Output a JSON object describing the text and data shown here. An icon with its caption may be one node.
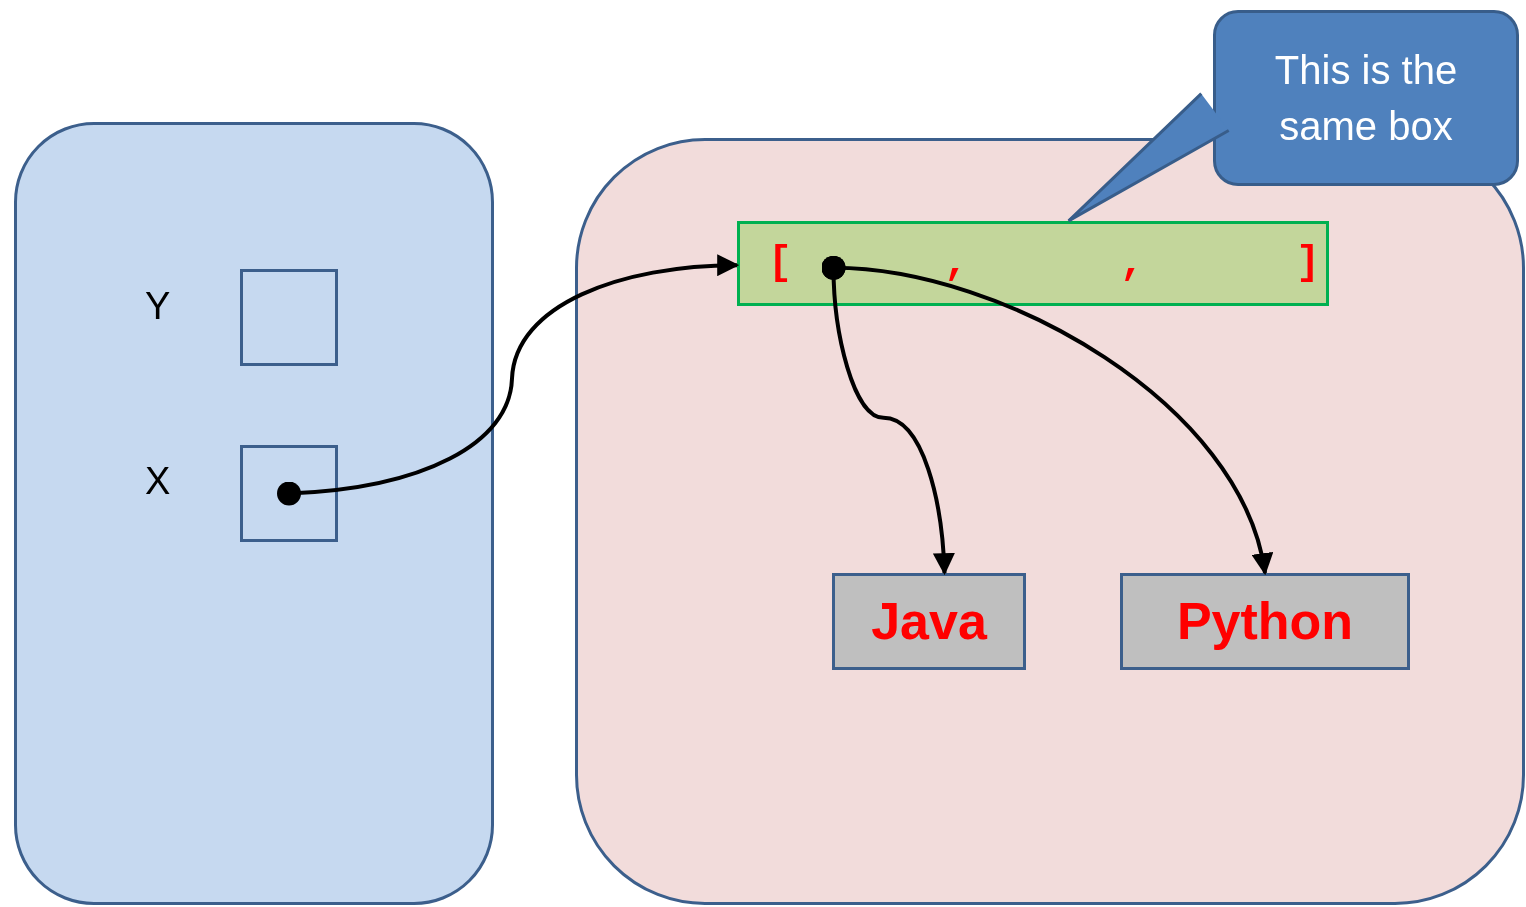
{
  "diagram": {
    "nodes": [
      {
        "text": [],
        "shape": "box"
      },
      {
        "text": [],
        "shape": "box",
        "beside": [
          "Y"
        ],
        "in": 0
      },
      {
        "text": [],
        "shape": "box",
        "beside": [
          "X"
        ],
        "in": 0
      },
      {
        "text": [],
        "shape": "box"
      },
      {
        "text": [
          "[ , , ]"
        ],
        "in": 3
      },
      {
        "text": [
          "Java"
        ],
        "in": 3
      },
      {
        "text": [
          "Python"
        ],
        "in": 3
      },
      {
        "text": [
          "This is the same box"
        ]
      }
    ],
    "edges": [
      {
        "from": 2,
        "to": 4,
        "arrow": "to"
      },
      {
        "from": 4,
        "to": 5,
        "arrow": "to"
      },
      {
        "from": 4,
        "to": 6,
        "arrow": "to"
      },
      {
        "from": 7,
        "to": 4,
        "arrow": "none",
        "color": "#385d8a"
      }
    ]
  }
}
